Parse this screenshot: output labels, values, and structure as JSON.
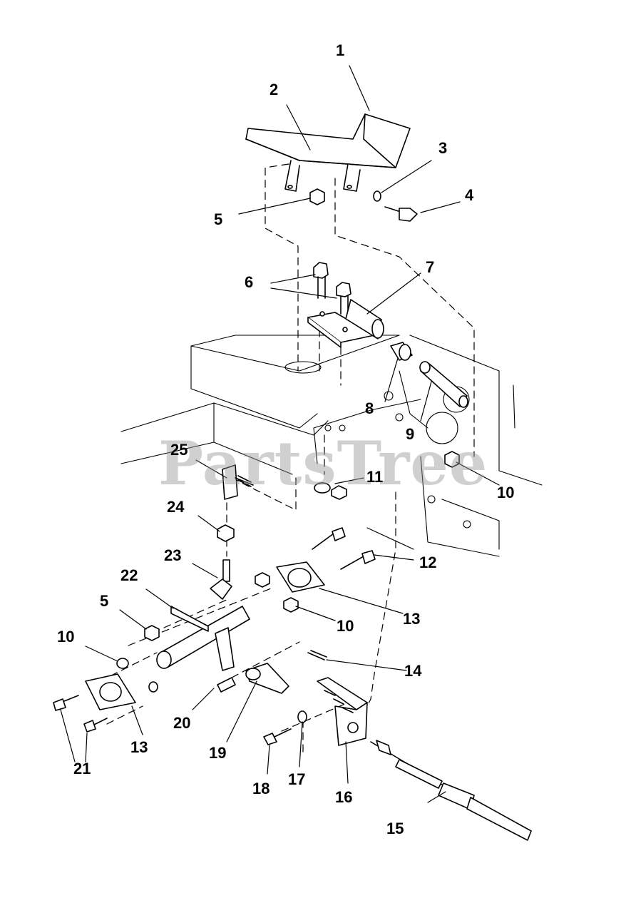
{
  "watermark": "PartsTree",
  "labels": {
    "l1": "1",
    "l2": "2",
    "l3": "3",
    "l4": "4",
    "l5a": "5",
    "l5b": "5",
    "l6": "6",
    "l7": "7",
    "l8": "8",
    "l9": "9",
    "l10a": "10",
    "l10b": "10",
    "l10c": "10",
    "l11": "11",
    "l12": "12",
    "l13a": "13",
    "l13b": "13",
    "l14": "14",
    "l15": "15",
    "l16": "16",
    "l17": "17",
    "l18": "18",
    "l19": "19",
    "l20": "20",
    "l21": "21",
    "l22": "22",
    "l23": "23",
    "l24": "24",
    "l25": "25"
  },
  "colors": {
    "line": "#000000",
    "watermark": "#969696"
  }
}
